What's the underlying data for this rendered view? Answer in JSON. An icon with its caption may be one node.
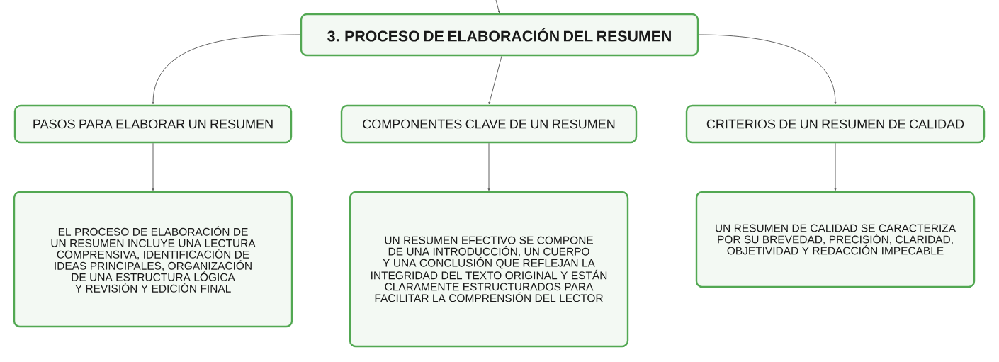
{
  "diagram": {
    "nodes": [
      {
        "text": [
          "3. PROCESO DE ELABORACIÓN DEL RESUMEN"
        ]
      },
      {
        "text": [
          "PASOS PARA ELABORAR UN RESUMEN"
        ]
      },
      {
        "text": [
          "COMPONENTES CLAVE DE UN RESUMEN"
        ]
      },
      {
        "text": [
          "CRITERIOS DE UN RESUMEN DE CALIDAD"
        ]
      },
      {
        "text": [
          "EL PROCESO DE ELABORACIÓN DE UN RESUMEN INCLUYE UNA LECTURA COMPRENSIVA, IDENTIFICACIÓN DE IDEAS PRINCIPALES, ORGANIZACIÓN DE UNA ESTRUCTURA LÓGICA Y REVISIÓN Y EDICIÓN FINAL"
        ]
      },
      {
        "text": [
          "UN RESUMEN EFECTIVO SE COMPONE DE UNA INTRODUCCIÓN, UN CUERPO Y UNA CONCLUSIÓN QUE REFLEJAN LA INTEGRIDAD DEL TEXTO ORIGINAL Y ESTÁN CLARAMENTE ESTRUCTURADOS PARA FACILITAR LA COMPRENSIÓN DEL LECTOR"
        ]
      },
      {
        "text": [
          "UN RESUMEN DE CALIDAD SE CARACTERIZA POR SU BREVEDAD, PRECISIÓN, CLARIDAD, OBJETIVIDAD Y REDACCIÓN IMPECABLE"
        ]
      }
    ],
    "edges": [
      {
        "from": null,
        "to": 0,
        "arrow": "to"
      },
      {
        "from": 0,
        "to": 1,
        "arrow": "to"
      },
      {
        "from": 0,
        "to": 2,
        "arrow": "to"
      },
      {
        "from": 0,
        "to": 3,
        "arrow": "to"
      },
      {
        "from": 1,
        "to": 4,
        "arrow": "to"
      },
      {
        "from": 2,
        "to": 5,
        "arrow": "to"
      },
      {
        "from": 3,
        "to": 6,
        "arrow": "to"
      }
    ]
  }
}
